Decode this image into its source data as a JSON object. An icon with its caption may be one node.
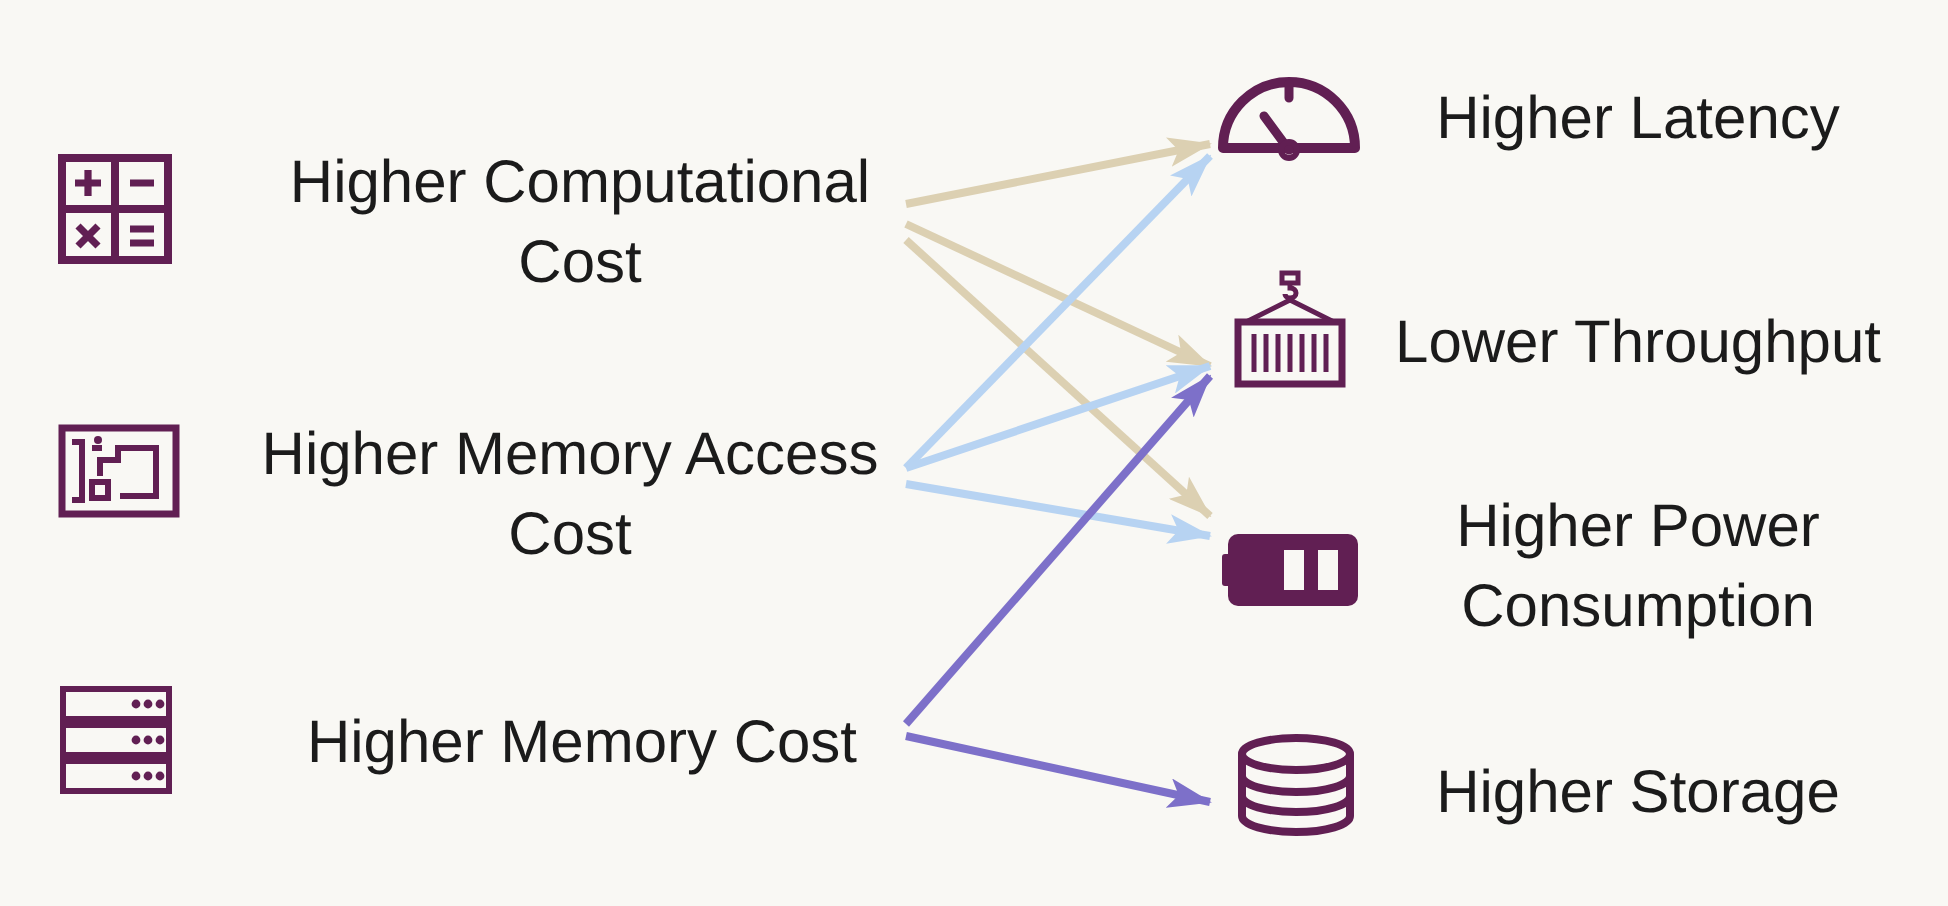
{
  "diagram": {
    "nodes": [
      {
        "text": [
          "Higher Computational Cost"
        ]
      },
      {
        "text": [
          "Higher Memory Access Cost"
        ]
      },
      {
        "text": [
          "Higher Memory Cost"
        ]
      },
      {
        "text": [
          "Higher Latency"
        ]
      },
      {
        "text": [
          "Lower Throughput"
        ]
      },
      {
        "text": [
          "Higher Power Consumption"
        ]
      },
      {
        "text": [
          "Higher Storage"
        ]
      }
    ],
    "edges": [
      {
        "from": 0,
        "to": 3,
        "arrow": "to",
        "color": "#dcd0b2"
      },
      {
        "from": 0,
        "to": 4,
        "arrow": "to",
        "color": "#dcd0b2"
      },
      {
        "from": 0,
        "to": 5,
        "arrow": "to",
        "color": "#dcd0b2"
      },
      {
        "from": 1,
        "to": 3,
        "arrow": "to",
        "color": "#b7d3f2"
      },
      {
        "from": 1,
        "to": 4,
        "arrow": "to",
        "color": "#b7d3f2"
      },
      {
        "from": 1,
        "to": 5,
        "arrow": "to",
        "color": "#b7d3f2"
      },
      {
        "from": 2,
        "to": 4,
        "arrow": "to",
        "color": "#7d70c9"
      },
      {
        "from": 2,
        "to": 6,
        "arrow": "to",
        "color": "#7d70c9"
      }
    ]
  }
}
